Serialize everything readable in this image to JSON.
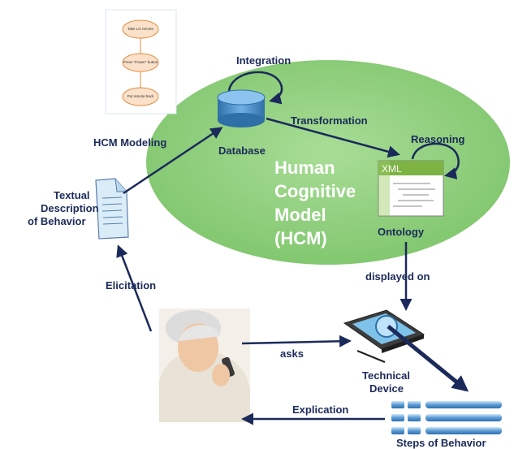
{
  "flowchart_thumbnail": {
    "steps": [
      "Take LG remote",
      "Press \"Power\" button",
      "Put remote back"
    ]
  },
  "labels": {
    "integration": "Integration",
    "transformation": "Transformation",
    "reasoning": "Reasoning",
    "hcm_modeling": "HCM Modeling",
    "database": "Database",
    "ontology": "Ontology",
    "displayed_on": "displayed on",
    "elicitation": "Elicitation",
    "asks": "asks",
    "technical_device": "Technical Device",
    "explication": "Explication",
    "steps_of_behavior": "Steps of Behavior",
    "textual_description": "Textual Description of Behavior",
    "xml": "XML"
  },
  "hcm_title": [
    "Human",
    "Cognitive",
    "Model",
    "(HCM)"
  ],
  "colors": {
    "ellipse": "#8fcf7f",
    "arrow": "#1b2a5a",
    "database": "#4a90c8",
    "xml_header": "#7cb342",
    "step_bar": "#5b9bd5"
  },
  "icons": [
    "database-icon",
    "xml-document-icon",
    "text-document-icon",
    "tablet-device-icon",
    "elderly-woman-photo",
    "steps-list-icon"
  ]
}
